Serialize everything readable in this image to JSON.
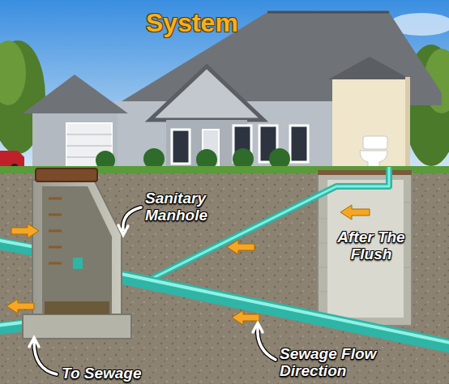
{
  "diagram": {
    "title": "System",
    "labels": [
      "Sanitary Manhole",
      "After The Flush",
      "Sewage Flow Direction",
      "To Sewage"
    ]
  }
}
